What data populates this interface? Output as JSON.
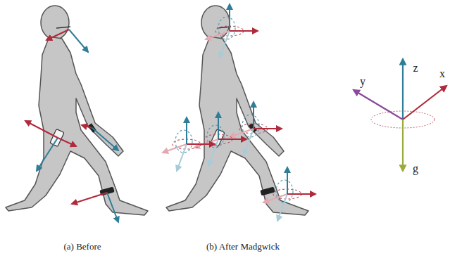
{
  "diagram": {
    "labels": [
      "(a) Before",
      "(b) After Madgwick",
      "z",
      "y",
      "x",
      "g"
    ]
  }
}
